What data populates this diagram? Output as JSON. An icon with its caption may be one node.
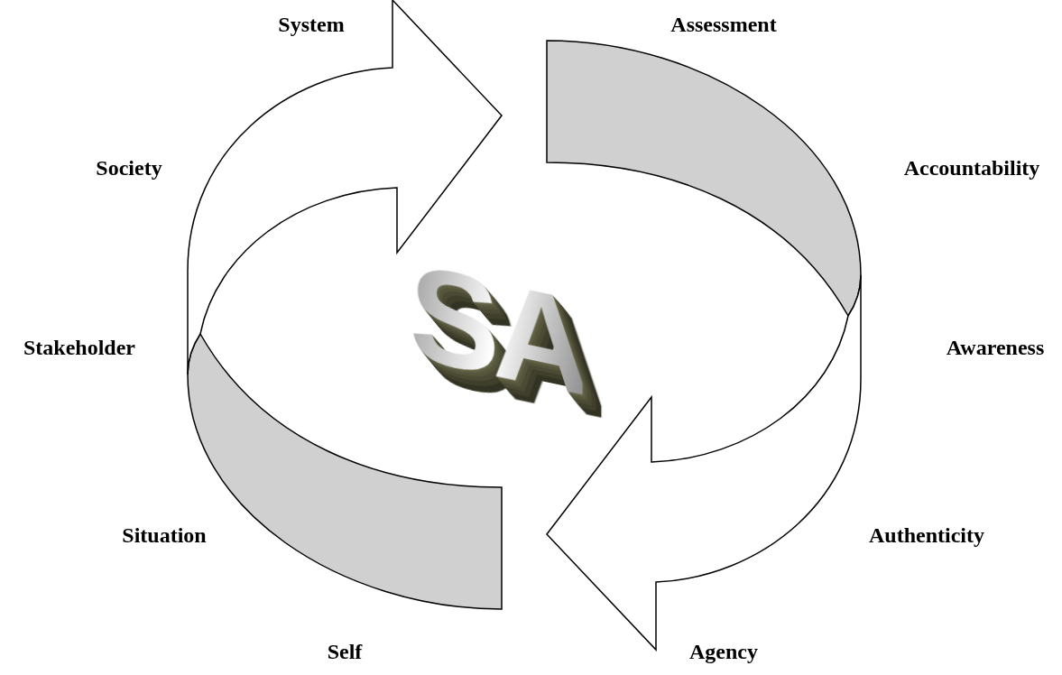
{
  "diagram": {
    "labels": [
      "System",
      "Assessment",
      "Society",
      "Accountability",
      "SA",
      "Stakeholder",
      "Awareness",
      "Situation",
      "Authenticity",
      "Self",
      "Agency"
    ]
  }
}
